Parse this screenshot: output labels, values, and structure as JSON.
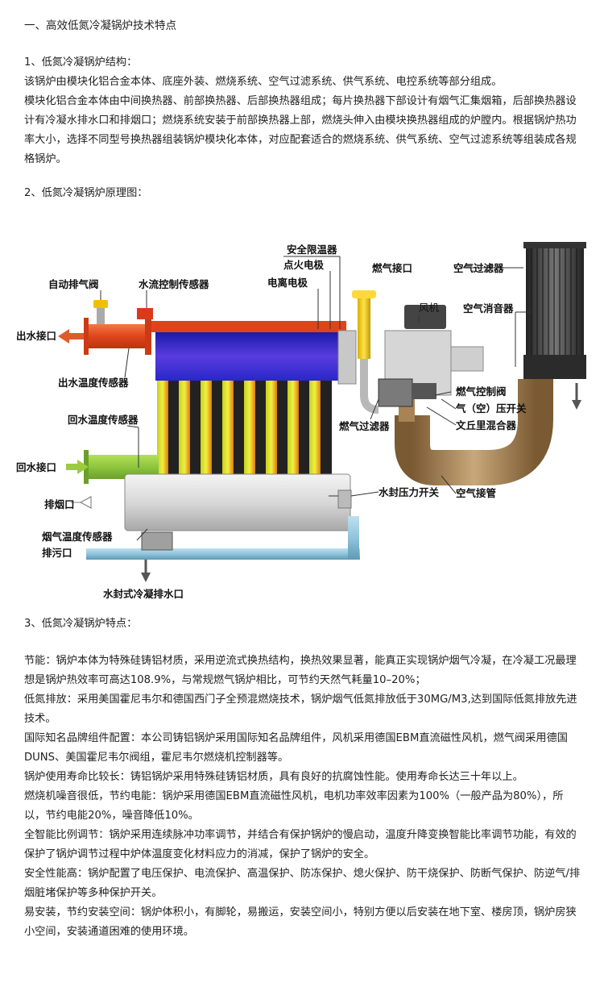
{
  "section1": {
    "heading": "一、高效低氮冷凝锅炉技术特点",
    "sub1_title": "1、低氮冷凝锅炉结构：",
    "sub1_p1": "该锅炉由模块化铝合金本体、底座外装、燃烧系统、空气过滤系统、供气系统、电控系统等部分组成。",
    "sub1_p2": "模块化铝合金本体由中间换热器、前部换热器、后部换热器组成；每片换热器下部设计有烟气汇集烟箱，后部换热器设计有冷凝水排水口和排烟口；燃烧系统安装于前部换热器上部，燃烧头伸入由模块换热器组成的炉膛内。根据锅炉热功率大小，选择不同型号换热器组装锅炉模块化本体，对应配套适合的燃烧系统、供气系统、空气过滤系统等组装成各规格锅炉。",
    "sub2_title": "2、低氮冷凝锅炉原理图："
  },
  "diagram": {
    "labels": {
      "auto_vent": "自动排气阀",
      "flow_sensor": "水流控制传感器",
      "safety_limiter": "安全限温器",
      "ignition": "点火电极",
      "ionization": "电离电极",
      "gas_inlet": "燃气接口",
      "air_filter": "空气过滤器",
      "fan": "风机",
      "air_silencer": "空气消音器",
      "water_outlet": "出水接口",
      "outlet_temp": "出水温度传感器",
      "gas_control_valve": "燃气控制阀",
      "air_pressure_switch": "气（空）压开关",
      "venturi_mixer": "文丘里混合器",
      "gas_filter": "燃气过滤器",
      "return_temp": "回水温度传感器",
      "return_inlet": "回水接口",
      "exhaust": "排烟口",
      "seal_pressure_switch": "水封压力开关",
      "air_pipe": "空气接管",
      "flue_temp": "烟气温度传感器",
      "drain": "排污口",
      "condensate_drain": "水封式冷凝排水口"
    }
  },
  "section3": {
    "title": "3、低氮冷凝锅炉特点：",
    "items": [
      "节能：锅炉本体为特殊硅铸铝材质，采用逆流式换热结构，换热效果显著，能真正实现锅炉烟气冷凝，在冷凝工况最理想是锅炉热效率可高达108.9%，与常规燃气锅炉相比，可节约天然气耗量10–20%；",
      "低氮排放：采用美国霍尼韦尔和德国西门子全预混燃烧技术，锅炉烟气低氮排放低于30MG/M3,达到国际低氮排放先进技术。",
      "国际知名品牌组件配置：本公司铸铝锅炉采用国际知名品牌组件，风机采用德国EBM直流磁性风机，燃气阀采用德国DUNS、美国霍尼韦尔阀组，霍尼韦尔燃烧机控制器等。",
      "锅炉使用寿命比较长：铸铝锅炉采用特殊硅铸铝材质，具有良好的抗腐蚀性能。使用寿命长达三十年以上。",
      "燃烧机噪音很低，节约电能：锅炉采用德国EBM直流磁性风机，电机功率效率因素为100%（一般产品为80%），所以，节约电能20%，噪音降低10%。",
      "全智能比例调节：锅炉采用连续脉冲功率调节，并结合有保护锅炉的慢启动，温度升降变换智能比率调节功能，有效的保护了锅炉调节过程中炉体温度变化材料应力的消减，保护了锅炉的安全。",
      "安全性能高：锅炉配置了电压保护、电流保护、高温保护、防冻保护、熄火保护、防干烧保护、防断气保护、防逆气/排烟脏堵保护等多种保护开关。",
      "易安装，节约安装空间：锅炉体积小，有脚轮，易搬运，安装空间小，特别方便以后安装在地下室、楼房顶，锅炉房狭小空间，安装通道困难的使用环境。"
    ]
  }
}
